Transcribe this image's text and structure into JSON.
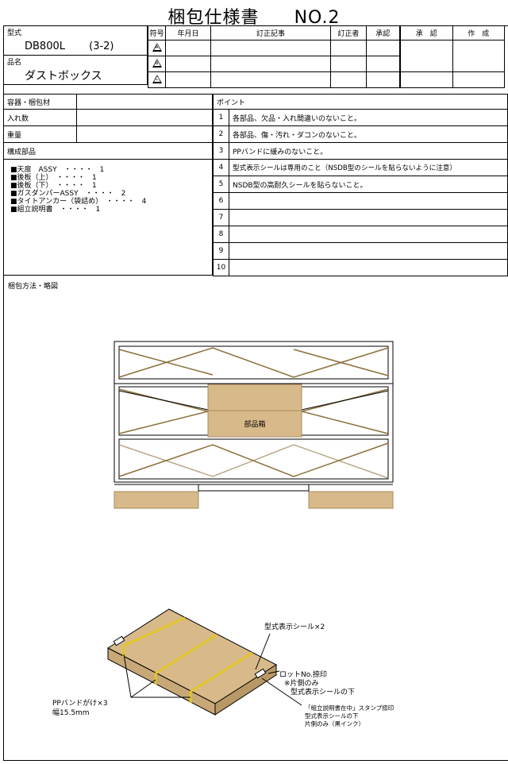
{
  "header": {
    "title": "梱包仕様書",
    "number": "NO.2"
  },
  "info": {
    "model_label": "型式",
    "model_value": "DB800L",
    "model_suffix": "(3-2)",
    "product_label": "品名",
    "product_value": "ダストボックス"
  },
  "revision": {
    "col_mark": "符号",
    "col_date": "年月日",
    "col_content": "訂正記事",
    "col_editor": "訂正者",
    "col_approval": "承認",
    "marks": [
      "A",
      "B",
      "C"
    ],
    "approve_label": "承　認",
    "create_label": "作　成"
  },
  "specs": {
    "container_label": "容器・梱包材",
    "quantity_label": "入れ数",
    "weight_label": "重量",
    "components_label": "構成部品",
    "components": [
      "■天扉　ASSY　・・・・　1",
      "■後板（上）　・・・・　1",
      "■後板（下）　・・・・　1",
      "■ガスダンパーASSY　・・・・　2",
      "■タイトアンカー（袋詰め）　・・・・　4",
      "■組立説明書　・・・・　1"
    ]
  },
  "points": {
    "label": "ポイント",
    "items": [
      {
        "no": "1",
        "text": "各部品、欠品・入れ間違いのないこと。"
      },
      {
        "no": "2",
        "text": "各部品、傷・汚れ・ダコンのないこと。"
      },
      {
        "no": "3",
        "text": "PPバンドに緩みのないこと。"
      },
      {
        "no": "4",
        "text": "型式表示シールは専用のこと（NSDB型のシールを貼らないように注意）"
      },
      {
        "no": "5",
        "text": "NSDB型の高耐久シールを貼らないこと。"
      },
      {
        "no": "6",
        "text": ""
      },
      {
        "no": "7",
        "text": ""
      },
      {
        "no": "8",
        "text": ""
      },
      {
        "no": "9",
        "text": ""
      },
      {
        "no": "10",
        "text": ""
      }
    ]
  },
  "method": {
    "label": "梱包方法・略図",
    "parts_box": "部品箱"
  },
  "annotations": {
    "seal": "型式表示シール×2",
    "lot": "ロットNo.捺印",
    "lot_note1": "※片側のみ",
    "lot_note2": "型式表示シールの下",
    "band": "PPバンドがけ×3",
    "band_width": "幅15.5mm",
    "stamp1": "「組立説明書在中」スタンプ捺印",
    "stamp2": "型式表示シールの下",
    "stamp3": "片側のみ（黒インク）"
  },
  "colors": {
    "cardboard": "#d8b98a",
    "band": "#e0c62a",
    "outline": "#000000"
  }
}
